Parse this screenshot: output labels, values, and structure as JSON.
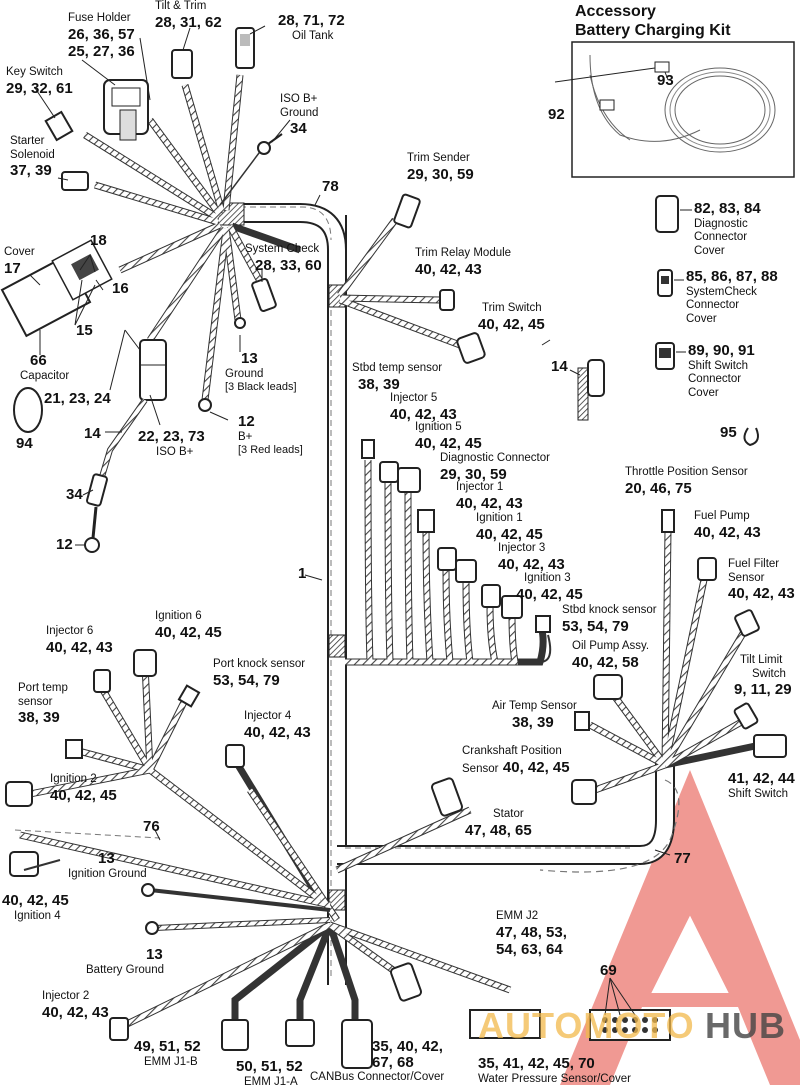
{
  "diagram": {
    "callouts": [
      {
        "id": "fuse-holder",
        "name": "Fuse Holder",
        "numbers": "26, 36, 57",
        "sub": "25, 27, 36"
      },
      {
        "id": "tilt-trim",
        "name": "Tilt & Trim",
        "numbers": "28, 31, 62"
      },
      {
        "id": "oil-tank",
        "numbers": "28, 71, 72",
        "name": "Oil Tank"
      },
      {
        "id": "key-switch",
        "name": "Key Switch",
        "numbers": "29, 32, 61"
      },
      {
        "id": "iso-b-ground",
        "name": "ISO B+",
        "name2": "Ground",
        "numbers": "34"
      },
      {
        "id": "starter-solenoid",
        "name": "Starter",
        "name2": "Solenoid",
        "numbers": "37, 39"
      },
      {
        "id": "trim-sender",
        "name": "Trim Sender",
        "numbers": "29, 30, 59"
      },
      {
        "id": "cover",
        "name": "Cover",
        "numbers": "17"
      },
      {
        "id": "system-check",
        "name": "System Check",
        "numbers": "28, 33, 60"
      },
      {
        "id": "trim-relay-module",
        "name": "Trim Relay Module",
        "numbers": "40, 42, 43"
      },
      {
        "id": "trim-switch",
        "name": "Trim Switch",
        "numbers": "40, 42, 45"
      },
      {
        "id": "capacitor",
        "numbers": "66",
        "name": "Capacitor"
      },
      {
        "id": "ground-black",
        "numbers": "13",
        "name": "Ground",
        "sub": "[3 Black leads]"
      },
      {
        "id": "b-plus-red",
        "numbers": "12",
        "name": "B+",
        "sub": "[3 Red leads]"
      },
      {
        "id": "iso-b",
        "numbers": "22, 23, 73",
        "name": "ISO B+"
      },
      {
        "id": "stbd-temp-sensor",
        "name": "Stbd temp sensor",
        "numbers": "38, 39"
      },
      {
        "id": "injector-5",
        "name": "Injector 5",
        "numbers": "40, 42, 43"
      },
      {
        "id": "ignition-5",
        "name": "Ignition 5",
        "numbers": "40, 42, 45"
      },
      {
        "id": "diagnostic-connector",
        "name": "Diagnostic Connector",
        "numbers": "29, 30, 59"
      },
      {
        "id": "injector-1",
        "name": "Injector 1",
        "numbers": "40, 42, 43"
      },
      {
        "id": "ignition-1",
        "name": "Ignition 1",
        "numbers": "40, 42, 45"
      },
      {
        "id": "injector-3",
        "name": "Injector 3",
        "numbers": "40, 42, 43"
      },
      {
        "id": "ignition-3",
        "name": "Ignition 3",
        "numbers": "40, 42, 45"
      },
      {
        "id": "stbd-knock-sensor",
        "name": "Stbd knock sensor",
        "numbers": "53, 54, 79"
      },
      {
        "id": "throttle-position-sensor",
        "name": "Throttle Position Sensor",
        "numbers": "20, 46, 75"
      },
      {
        "id": "fuel-pump",
        "name": "Fuel Pump",
        "numbers": "40, 42, 43"
      },
      {
        "id": "fuel-filter-sensor",
        "name": "Fuel Filter",
        "name2": "Sensor",
        "numbers": "40, 42, 43"
      },
      {
        "id": "oil-pump-assy",
        "name": "Oil Pump Assy.",
        "numbers": "40, 42, 58"
      },
      {
        "id": "tilt-limit-switch",
        "name": "Tilt Limit",
        "name2": "Switch",
        "numbers": "9, 11, 29"
      },
      {
        "id": "air-temp-sensor",
        "name": "Air Temp Sensor",
        "numbers": "38, 39"
      },
      {
        "id": "crankshaft-position-sensor",
        "name": "Crankshaft Position",
        "name2": "Sensor",
        "numbers": "40, 42, 45"
      },
      {
        "id": "shift-switch",
        "numbers": "41, 42, 44",
        "name": "Shift Switch"
      },
      {
        "id": "stator",
        "name": "Stator",
        "numbers": "47, 48, 65"
      },
      {
        "id": "injector-6",
        "name": "Injector 6",
        "numbers": "40, 42, 43"
      },
      {
        "id": "ignition-6",
        "name": "Ignition 6",
        "numbers": "40, 42, 45"
      },
      {
        "id": "port-knock-sensor",
        "name": "Port knock sensor",
        "numbers": "53, 54, 79"
      },
      {
        "id": "port-temp-sensor",
        "name": "Port temp",
        "name2": "sensor",
        "numbers": "38, 39"
      },
      {
        "id": "injector-4",
        "name": "Injector 4",
        "numbers": "40, 42, 43"
      },
      {
        "id": "ignition-2",
        "name": "Ignition 2",
        "numbers": "40, 42, 45"
      },
      {
        "id": "ignition-ground",
        "numbers": "13",
        "name": "Ignition Ground"
      },
      {
        "id": "ignition-4",
        "numbers": "40, 42, 45",
        "name": "Ignition 4"
      },
      {
        "id": "battery-ground",
        "numbers": "13",
        "name": "Battery Ground"
      },
      {
        "id": "injector-2",
        "name": "Injector 2",
        "numbers": "40, 42, 43"
      },
      {
        "id": "emm-j2",
        "name": "EMM J2",
        "numbers": "47, 48, 53,",
        "sub": "54, 63, 64"
      },
      {
        "id": "emm-j1-b",
        "numbers": "49, 51, 52",
        "name": "EMM J1-B"
      },
      {
        "id": "emm-j1-a",
        "numbers": "50, 51, 52",
        "name": "EMM J1-A"
      },
      {
        "id": "canbus",
        "numbers": "35, 40, 42,",
        "sub": "67, 68",
        "name": "CANBus Connector/Cover"
      },
      {
        "id": "water-pressure",
        "numbers": "35, 41, 42, 45, 70",
        "name": "Water Pressure Sensor/Cover"
      },
      {
        "id": "diagnostic-cover",
        "numbers": "82, 83, 84",
        "name": "Diagnostic",
        "name2": "Connector",
        "sub": "Cover"
      },
      {
        "id": "systemcheck-cover",
        "numbers": "85, 86, 87, 88",
        "name": "SystemCheck",
        "name2": "Connector",
        "sub": "Cover"
      },
      {
        "id": "shift-switch-cover",
        "numbers": "89, 90, 91",
        "name": "Shift Switch",
        "name2": "Connector",
        "sub": "Cover"
      }
    ],
    "refs": {
      "r78": "78",
      "r18": "18",
      "r16": "16",
      "r15": "15",
      "r21": "21, 23, 24",
      "r14a": "14",
      "r34b": "34",
      "r12b": "12",
      "r94": "94",
      "r1": "1",
      "r14b": "14",
      "r95": "95",
      "r92": "92",
      "r93": "93",
      "r76": "76",
      "r77": "77",
      "r69": "69"
    },
    "kit": {
      "title_line1": "Accessory",
      "title_line2": "Battery Charging Kit"
    },
    "watermark": {
      "part1": "AUTOMOTO",
      "part2": "HUB"
    }
  },
  "colors": {
    "ink": "#111111",
    "harness": "#555555",
    "watermark_red": "#e5473b",
    "watermark_gold": "#f2b84b",
    "watermark_dark": "#444444"
  }
}
